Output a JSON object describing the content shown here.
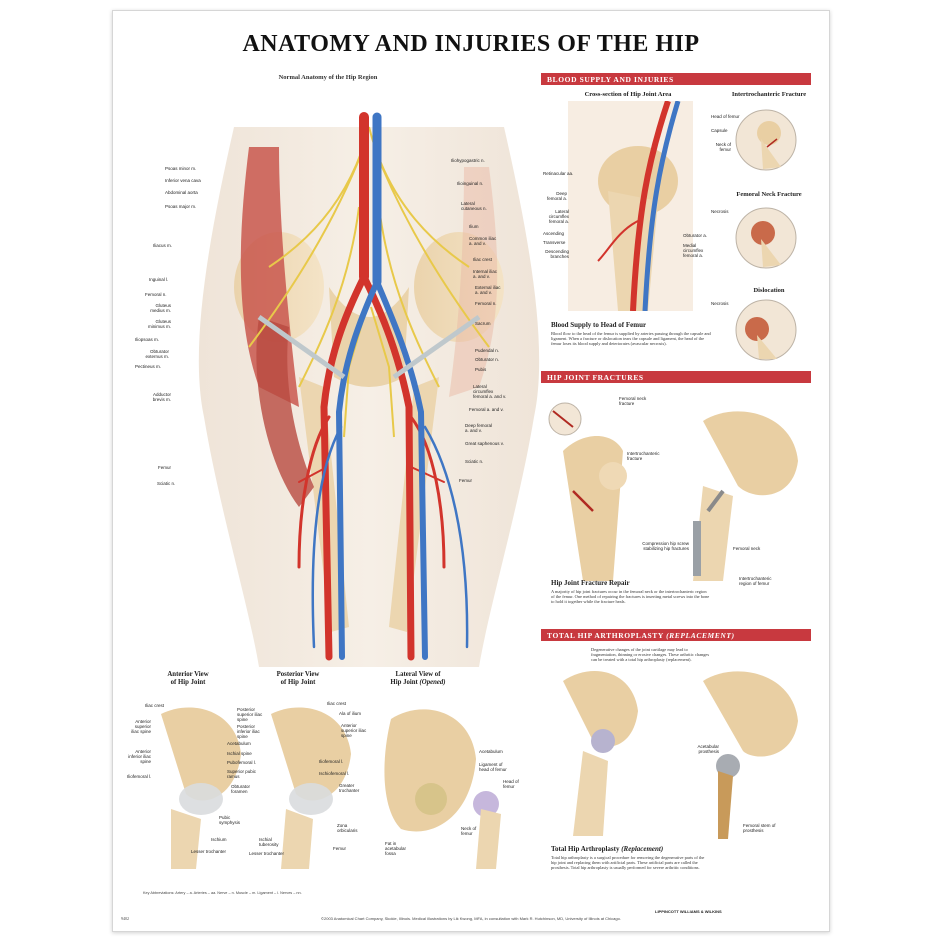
{
  "title": "ANATOMY AND INJURIES OF THE HIP",
  "main_figure": {
    "title": "Normal Anatomy of the Hip Region",
    "left_labels": [
      "Psoas minor m.",
      "Inferior vena cava",
      "Abdominal aorta",
      "Psoas major m.",
      "Iliacus m.",
      "Inguinal l.",
      "Femoral n.",
      "Gluteus medius m.",
      "Gluteus minimus m.",
      "Iliopsoas m.",
      "Obturator externus m.",
      "Pectineus m.",
      "Adductor brevis m.",
      "Femur",
      "Sciatic n."
    ],
    "right_labels": [
      "Iliohypogastric n.",
      "Ilioinguinal n.",
      "Lateral cutaneous n.",
      "Ilium",
      "Common iliac a. and v.",
      "Iliac crest",
      "Internal iliac a. and v.",
      "External iliac a. and v.",
      "Femoral n.",
      "Sacrum",
      "Pudendal n.",
      "Obturator n.",
      "Pubis",
      "Lateral circumflex femoral a. and v.",
      "Femoral a. and v.",
      "Deep femoral a. and v.",
      "Great saphenous v.",
      "Sciatic n.",
      "Femur"
    ]
  },
  "blood_supply": {
    "header": "BLOOD SUPPLY AND INJURIES",
    "cross_section_title": "Cross-section of Hip Joint Area",
    "cross_labels": [
      "Retinacular aa.",
      "Deep femoral a.",
      "Lateral circumflex femoral a.",
      "Ascending",
      "Transverse",
      "Descending branches",
      "Obturator a.",
      "Medial circumflex femoral a."
    ],
    "intertrochanteric_title": "Intertrochanteric Fracture",
    "intertrochanteric_labels": [
      "Head of femur",
      "Capsule",
      "Neck of femur"
    ],
    "femoral_neck_title": "Femoral Neck Fracture",
    "femoral_neck_labels": [
      "Necrosis"
    ],
    "dislocation_title": "Dislocation",
    "dislocation_labels": [
      "Necrosis"
    ],
    "text_heading": "Blood Supply to Head of Femur",
    "text_body": "Blood flow to the head of the femur is supplied by arteries passing through the capsule and ligament. When a fracture or dislocation tears the capsule and ligament, the head of the femur loses its blood supply and deteriorates (avascular necrosis)."
  },
  "fractures": {
    "header": "HIP JOINT FRACTURES",
    "labels": [
      "Femoral neck fracture",
      "Intertrochanteric fracture",
      "Compression hip screw stabilizing hip fractures",
      "Femoral neck",
      "Intertrochanteric region of femur"
    ],
    "text_heading": "Hip Joint Fracture Repair",
    "text_body": "A majority of hip joint fractures occur in the femoral neck or the intertrochanteric region of the femur. One method of repairing the fractures is inserting metal screws into the bone to hold it together while the fracture heals."
  },
  "arthroplasty": {
    "header_main": "TOTAL HIP ARTHROPLASTY",
    "header_italic": "(REPLACEMENT)",
    "note": "Degenerative changes of the joint cartilage may lead to fragmentation, thinning or erosive changes. These arthritic changes can be treated with a total hip arthroplasty (replacement).",
    "labels": [
      "Acetabular prosthesis",
      "Femoral stem of prosthesis"
    ],
    "text_heading": "Total Hip Arthroplasty",
    "text_heading_italic": "(Replacement)",
    "text_body": "Total hip arthroplasty is a surgical procedure for removing the degenerative parts of the hip joint and replacing them with artificial parts. These artificial parts are called the prosthesis. Total hip arthroplasty is usually performed for severe arthritic conditions."
  },
  "bottom_views": {
    "anterior": {
      "title_line1": "Anterior View",
      "title_line2": "of Hip Joint",
      "labels": [
        "Iliac crest",
        "Anterior superior iliac spine",
        "Anterior inferior iliac spine",
        "Iliofemoral l.",
        "Ischium",
        "Lesser trochanter"
      ]
    },
    "posterior": {
      "title_line1": "Posterior View",
      "title_line2": "of Hip Joint",
      "labels": [
        "Posterior superior iliac spine",
        "Posterior inferior iliac spine",
        "Acetabulum",
        "Ischial spine",
        "Pubofemoral l.",
        "Superior pubic ramus",
        "Obturator foramen",
        "Pubic symphysis",
        "Ischial tuberosity",
        "Lesser trochanter",
        "Iliac crest",
        "Ala of ilium",
        "Anterior superior iliac spine",
        "Iliofemoral l.",
        "Ischiofemoral l.",
        "Greater trochanter",
        "Zona orbicularis",
        "Femur"
      ]
    },
    "lateral": {
      "title_line1": "Lateral View of",
      "title_line2": "Hip Joint",
      "title_italic": "(Opened)",
      "labels": [
        "Acetabulum",
        "Ligament of head of femur",
        "Head of femur",
        "Neck of femur",
        "Fat in acetabular fossa"
      ]
    }
  },
  "key_abbreviations": "Key Abbreviations:  Artery – a.   Arteries – aa.   Nerve – n.   Muscle – m.   Ligament – l.   Nerves – nn.",
  "footer": "©2003 Anatomical Chart Company, Skokie, Illinois. Medical illustrations by Lik Kwong, MFA, in consultation with Mark R. Hutchinson, MD, University of Illinois at Chicago.",
  "code": "9402",
  "publisher": "LIPPINCOTT WILLIAMS & WILKINS"
}
